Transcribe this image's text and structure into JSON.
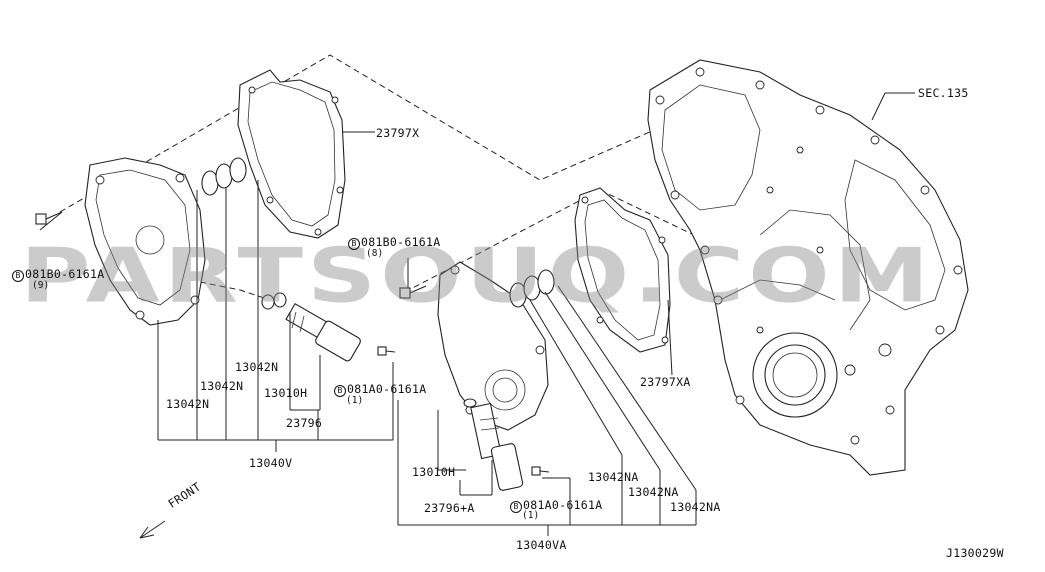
{
  "watermark": "PARTSOUQ.COM",
  "drawing_code": "J130029W",
  "front_label": "FRONT",
  "callouts": {
    "sec": "SEC.135",
    "gasket_upper": "23797X",
    "gasket_lower": "23797XA",
    "bolt_left": {
      "badge": "B",
      "code": "081B0-6161A",
      "qty": "(9)"
    },
    "bolt_mid": {
      "badge": "B",
      "code": "081B0-6161A",
      "qty": "(8)"
    },
    "bolt_valve_upper": {
      "badge": "B",
      "code": "081A0-6161A",
      "qty": "(1)"
    },
    "bolt_valve_lower": {
      "badge": "B",
      "code": "081A0-6161A",
      "qty": "(1)"
    },
    "oring_n_1": "13042N",
    "oring_n_2": "13042N",
    "oring_n_3": "13042N",
    "oring_na_1": "13042NA",
    "oring_na_2": "13042NA",
    "oring_na_3": "13042NA",
    "seal_upper": "13010H",
    "seal_lower": "13010H",
    "valve_upper": "23796",
    "valve_lower": "23796+A",
    "assy_upper": "13040V",
    "assy_lower": "13040VA"
  }
}
